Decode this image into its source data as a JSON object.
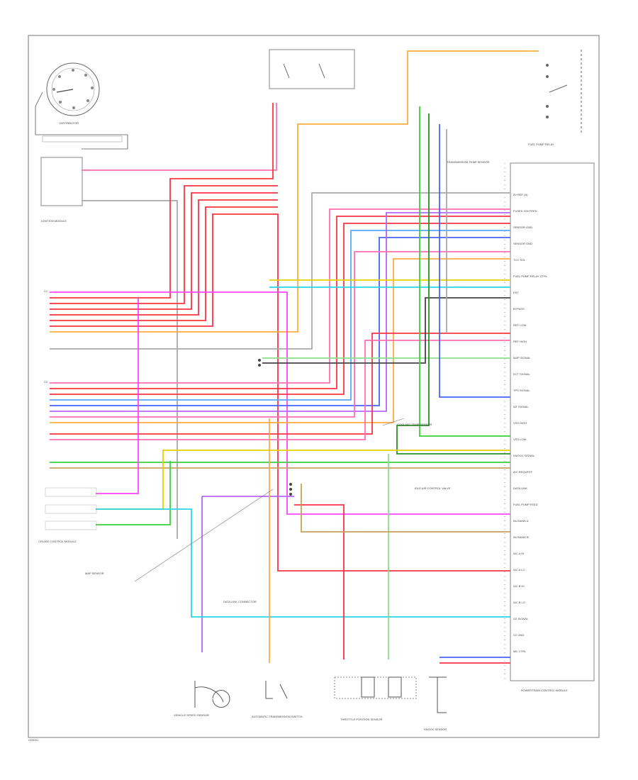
{
  "footer": {
    "code": "G00001"
  },
  "components": {
    "distributor": "DISTRIBUTOR",
    "ignition_module": "IGNITION MODULE",
    "pcm": "POWERTRAIN CONTROL MODULE",
    "fuel_pump_relay": "FUEL PUMP RELAY",
    "vss": "VEHICLE SPEED SENSOR",
    "tps": "THROTTLE POSITION SENSOR",
    "iac": "IDLE AIR CONTROL VALVE",
    "ect": "COOLANT TEMP SENSOR",
    "map": "MAP SENSOR",
    "knock": "KNOCK SENSOR",
    "ect_switch": "TRANSMISSION TEMP SENSOR",
    "data_link": "DATA LINK CONNECTOR",
    "cruise": "CRUISE CONTROL MODULE",
    "at_switch": "AUTOMATIC TRANSMISSION SWITCH"
  },
  "pcm_pins": [
    "5V REF (A)",
    "FUSED IGN FEED",
    "SENSOR GND",
    "SENSOR GND",
    "TCC SOL",
    "FUEL PUMP RELAY CTRL",
    "EST",
    "BYPASS",
    "REF LOW",
    "REF HIGH",
    "MAP SIGNAL",
    "ECT SIGNAL",
    "TPS SIGNAL",
    "IAT SIGNAL",
    "VSS HIGH",
    "VSS LOW",
    "KNOCK SIGNAL",
    "A/C REQUEST",
    "DATA LINK",
    "FUEL PUMP FEED",
    "INJ BANK A",
    "INJ BANK B",
    "IAC A HI",
    "IAC A LO",
    "IAC B HI",
    "IAC B LO",
    "O2 SIGNAL",
    "O2 GND",
    "MIL CTRL"
  ],
  "wire_colors": {
    "pink": "#ff6fb0",
    "red": "#ff3344",
    "orange": "#ffab40",
    "yellow": "#e6d000",
    "green": "#3ad13a",
    "lt_green": "#88e088",
    "blue": "#4466ff",
    "lt_blue": "#55aaff",
    "cyan": "#27d6e8",
    "purple": "#b266ff",
    "magenta": "#ff44ff",
    "tan": "#c8a060",
    "brown": "#a06030",
    "gray": "#aaaaaa",
    "black": "#444444",
    "dk_green": "#2a8f2a"
  }
}
